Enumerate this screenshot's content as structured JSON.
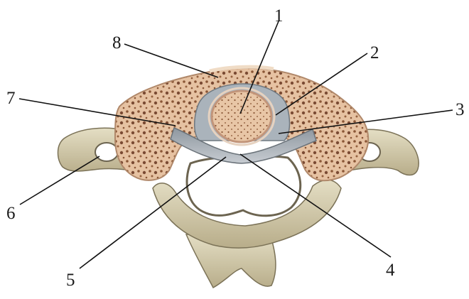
{
  "callouts": [
    {
      "id": "1",
      "label": "1"
    },
    {
      "id": "2",
      "label": "2"
    },
    {
      "id": "3",
      "label": "3"
    },
    {
      "id": "4",
      "label": "4"
    },
    {
      "id": "5",
      "label": "5"
    },
    {
      "id": "6",
      "label": "6"
    },
    {
      "id": "7",
      "label": "7"
    },
    {
      "id": "8",
      "label": "8"
    }
  ],
  "colors": {
    "bone": "#d9d2b2",
    "bone_shadow": "#b9ae88",
    "cancellous": "#e3bc9c",
    "pore": "#7a4a33",
    "cartilage": "#b9c1c8",
    "ligament": "#9fa7ae"
  }
}
